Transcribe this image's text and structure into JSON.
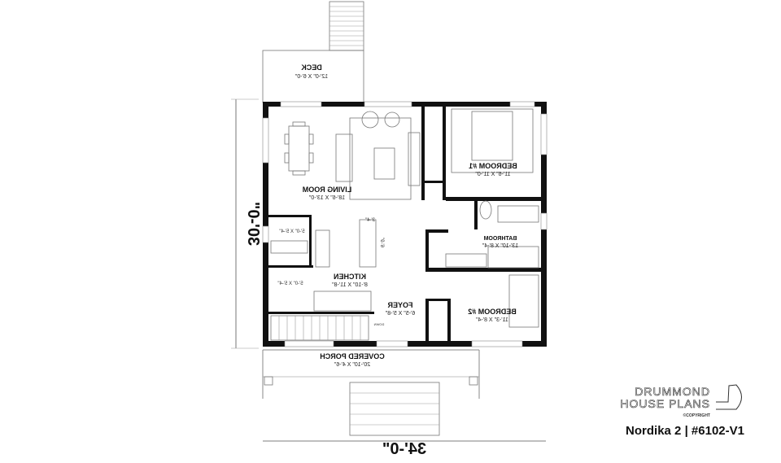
{
  "plan": {
    "rooms": {
      "deck": {
        "name": "DECK",
        "size": "12'-0\" X 6'-0\""
      },
      "living_room": {
        "name": "LIVING ROOM",
        "size": "18'-6\" X 13'-0\""
      },
      "bedroom1": {
        "name": "BEDROOM #1",
        "size": "11'-6\" X 11'-0\""
      },
      "bathroom": {
        "name": "BATHROOM",
        "size": "13'-10\" X 8'-4\""
      },
      "kitchen": {
        "name": "KITCHEN",
        "size": "8'-10\" X 11'-8\""
      },
      "foyer": {
        "name": "FOYER",
        "size": "6'-5\" X 5'-8\""
      },
      "bedroom2": {
        "name": "BEDROOM #2",
        "size": "11'-3\" X 8'-4\""
      },
      "porch": {
        "name": "COVERED PORCH",
        "size": "20'-10\" X 4'-6\""
      },
      "closet1": {
        "size": "5'-0\" X 5'-4\""
      },
      "closet2": {
        "size": "5'-0\" X 5'-4\""
      }
    },
    "island": {
      "width": "3'-4\"",
      "length": "6'-9\""
    },
    "stairs_label": "DOWN",
    "dimensions": {
      "depth": "30'-0\"",
      "width": "34'-0\""
    },
    "text_mirrored": true
  },
  "branding": {
    "line1": "DRUMMOND",
    "line2": "HOUSE PLANS",
    "copyright": "©COPYRIGHT",
    "title": "Nordika 2 | #6102-V1"
  }
}
